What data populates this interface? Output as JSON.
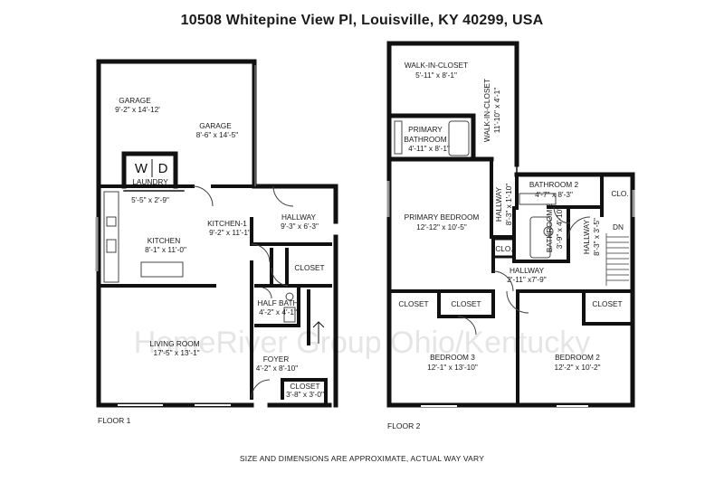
{
  "title": "10508 Whitepine View Pl, Louisville, KY 40299, USA",
  "floors": {
    "floor1": {
      "label": "FLOOR 1",
      "rooms": {
        "garage_a": {
          "name": "GARAGE",
          "dims": "9'-2\" x 14'-12'"
        },
        "garage_b": {
          "name": "GARAGE",
          "dims": "8'-6\" x 14'-5\""
        },
        "laundry": {
          "name": "LAUNDRY",
          "washer": "W",
          "dryer": "D"
        },
        "pantry": {
          "dims": "5'-5\" x 2'-9\""
        },
        "kitchen1": {
          "name": "KITCHEN-1",
          "dims": "9'-2\" x 11'-1\""
        },
        "kitchen": {
          "name": "KITCHEN",
          "dims": "8'-1\" x 11'-0\""
        },
        "hallway": {
          "name": "HALLWAY",
          "dims": "9'-3\" x 6'-3\""
        },
        "closet": {
          "name": "CLOSET"
        },
        "half_bath": {
          "name": "HALF BATH",
          "dims": "4'-2\" x 4'-1\""
        },
        "living_room": {
          "name": "LIVING ROOM",
          "dims": "17'-5\" x 13'-1\""
        },
        "foyer": {
          "name": "FOYER",
          "dims": "4'-2\" x 8'-10\""
        },
        "foyer_closet": {
          "name": "CLOSET",
          "dims": "3'-8\" x 3'-0\""
        }
      }
    },
    "floor2": {
      "label": "FLOOR 2",
      "rooms": {
        "wic_a": {
          "name": "WALK-IN-CLOSET",
          "dims": "5'-11\" x 8'-1\""
        },
        "wic_b": {
          "name": "WALK-IN-CLOSET",
          "dims": "11'-10\" x 4'-1\""
        },
        "primary_bath": {
          "name_line1": "PRIMARY",
          "name_line2": "BATHROOM",
          "dims": "4'-11\" x 8'-1\""
        },
        "primary_bed": {
          "name": "PRIMARY BEDROOM",
          "dims": "12'-12\" x 10'-5\""
        },
        "hallway_v": {
          "name": "HALLWAY",
          "dims": "8'-3\" x 1'-10\""
        },
        "bathroom2_a": {
          "name": "BATHROOM 2",
          "dims": "4'-7\" x 8'-3\""
        },
        "bathroom2_b": {
          "name": "BATHROOM 2",
          "dims": "3'-9\" x 4'-10\""
        },
        "clo_upper": {
          "name": "CLO."
        },
        "clo_lower": {
          "name": "CLO."
        },
        "hallway_stair": {
          "name": "HALLWAY",
          "dims": "8'-3\" x 3'-5\""
        },
        "stair_dn": {
          "name": "DN"
        },
        "hallway_h": {
          "name": "HALLWAY",
          "dims": "2'-11\" x7'-9\""
        },
        "closet_a": {
          "name": "CLOSET"
        },
        "closet_b": {
          "name": "CLOSET"
        },
        "closet_c": {
          "name": "CLOSET"
        },
        "bedroom3": {
          "name": "BEDROOM 3",
          "dims": "12'-1\" x 13'-10\""
        },
        "bedroom2": {
          "name": "BEDROOM 2",
          "dims": "12'-2\" x 10'-2\""
        }
      }
    }
  },
  "watermark": "HomeRiver Group Ohio/Kentucky",
  "footnote": "SIZE AND DIMENSIONS ARE APPROXIMATE, ACTUAL WAY VARY"
}
